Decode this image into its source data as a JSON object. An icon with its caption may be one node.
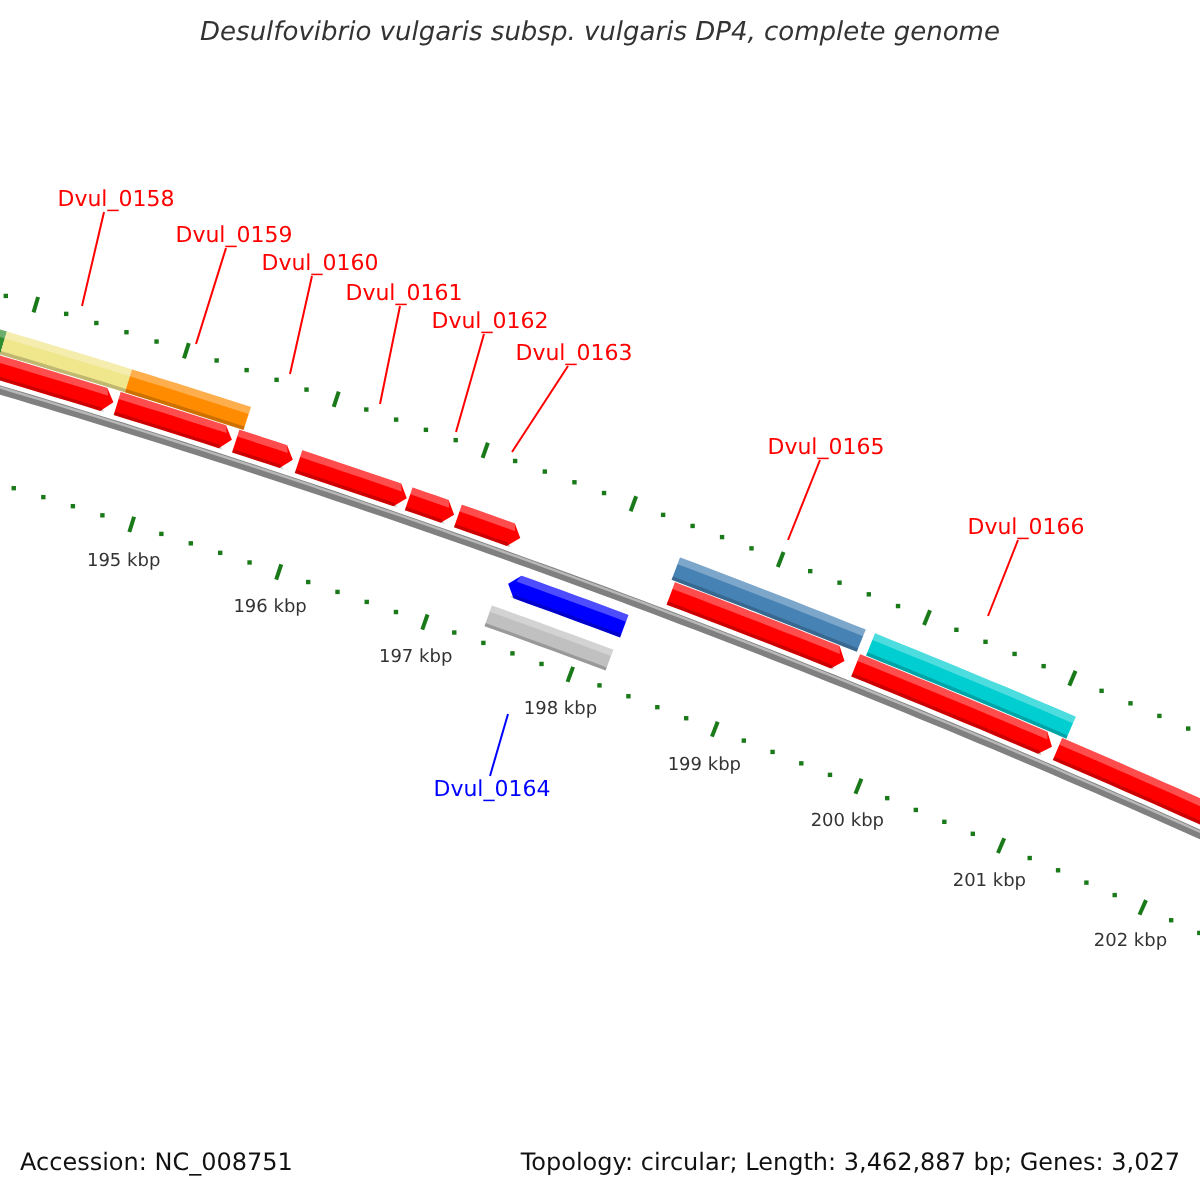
{
  "diagram": {
    "title": "Desulfovibrio vulgaris subsp. vulgaris DP4, complete genome",
    "nodes": [
      {
        "text": [
          "Dvul_0158"
        ]
      },
      {
        "text": [
          "Dvul_0159"
        ]
      },
      {
        "text": [
          "Dvul_0160"
        ]
      },
      {
        "text": [
          "Dvul_0161"
        ]
      },
      {
        "text": [
          "Dvul_0162"
        ]
      },
      {
        "text": [
          "Dvul_0163"
        ]
      },
      {
        "text": [
          "Dvul_0165"
        ]
      },
      {
        "text": [
          "Dvul_0166"
        ]
      },
      {
        "text": [
          "Dvul_0164"
        ]
      }
    ],
    "edges": [
      {
        "from": 0,
        "to": null,
        "arrow": "none"
      },
      {
        "from": 1,
        "to": null,
        "arrow": "none"
      },
      {
        "from": 2,
        "to": null,
        "arrow": "none"
      },
      {
        "from": 3,
        "to": null,
        "arrow": "none"
      },
      {
        "from": 4,
        "to": null,
        "arrow": "none"
      },
      {
        "from": 5,
        "to": null,
        "arrow": "none"
      },
      {
        "from": 6,
        "to": null,
        "arrow": "none"
      },
      {
        "from": 7,
        "to": null,
        "arrow": "none"
      },
      {
        "from": 8,
        "to": null,
        "arrow": "none",
        "color": "#0000ff"
      }
    ],
    "labels": [
      "195 kbp",
      "196 kbp",
      "197 kbp",
      "198 kbp",
      "199 kbp",
      "200 kbp",
      "201 kbp",
      "202 kbp",
      "Accession: NC_008751",
      "Topology: circular; Length: 3,462,887 bp; Genes: 3,027"
    ]
  }
}
